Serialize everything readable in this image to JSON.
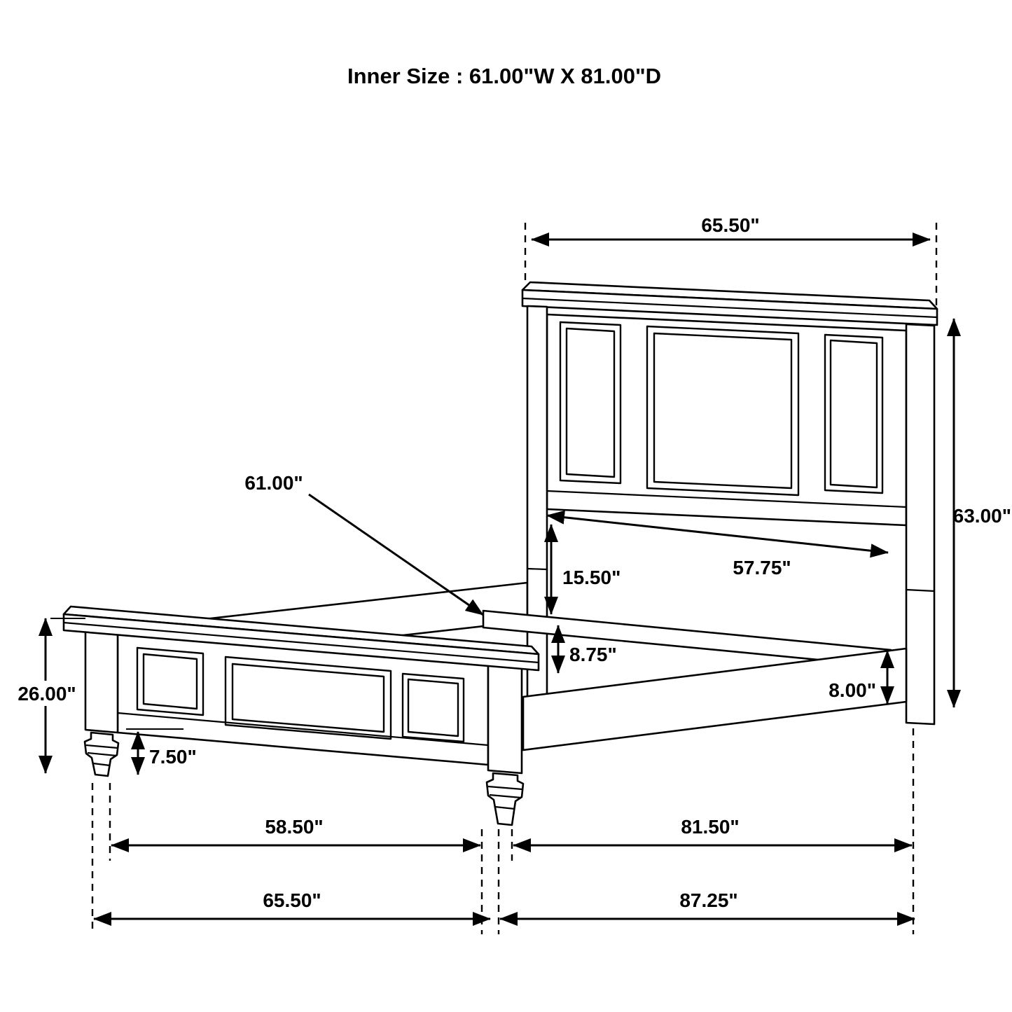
{
  "title": "Inner Size : 61.00\"W X 81.00\"D",
  "dimensions": {
    "headboard_width": "65.50\"",
    "headboard_height": "63.00\"",
    "slat_width": "61.00\"",
    "headboard_inner_width": "57.75\"",
    "headboard_bottom_to_slat": "15.50\"",
    "slat_support_height": "8.75\"",
    "side_rail_height": "8.00\"",
    "footboard_height": "26.00\"",
    "footboard_leg_height": "7.50\"",
    "footboard_inner_width": "58.50\"",
    "side_rail_length": "81.50\"",
    "footboard_width": "65.50\"",
    "overall_length": "87.25\""
  }
}
